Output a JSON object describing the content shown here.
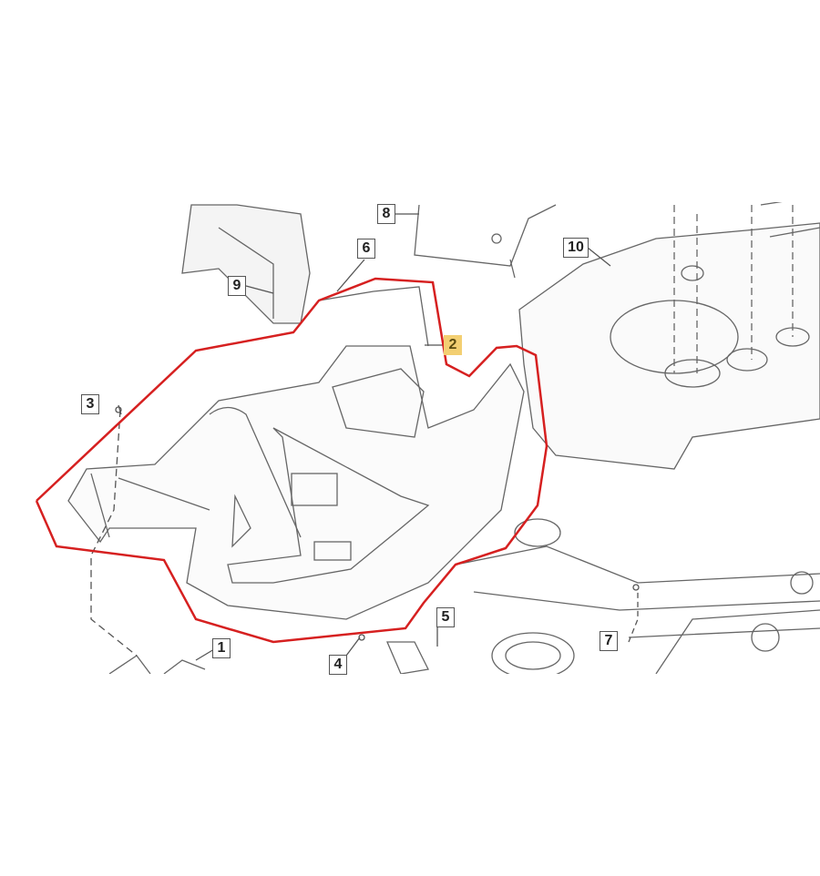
{
  "diagram": {
    "highlight_color": "#f3cf72",
    "outline_color": "#d62020",
    "selected_part": "2",
    "callouts": [
      "1",
      "2",
      "3",
      "4",
      "5",
      "6",
      "7",
      "8",
      "9",
      "10"
    ]
  }
}
